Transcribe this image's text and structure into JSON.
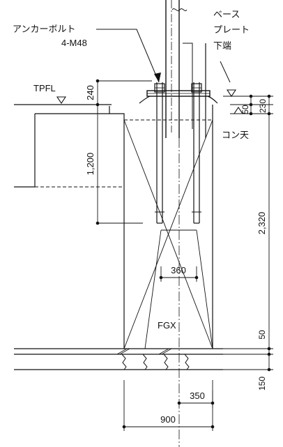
{
  "labels": {
    "anchor_bolt": "アンカーボルト",
    "anchor_spec": "4-M48",
    "base_plate_1": "ベース",
    "base_plate_2": "プレート",
    "base_plate_3": "下端",
    "tpfl": "TPFL",
    "kon_ten": "コン天",
    "fgx": "FGX"
  },
  "dimensions": {
    "d240": "240",
    "d1200": "1,200",
    "d50_top": "50",
    "d230": "230",
    "d2320": "2,320",
    "d50_bottom": "50",
    "d150": "150",
    "d360": "360",
    "d350": "350",
    "d900": "900"
  }
}
